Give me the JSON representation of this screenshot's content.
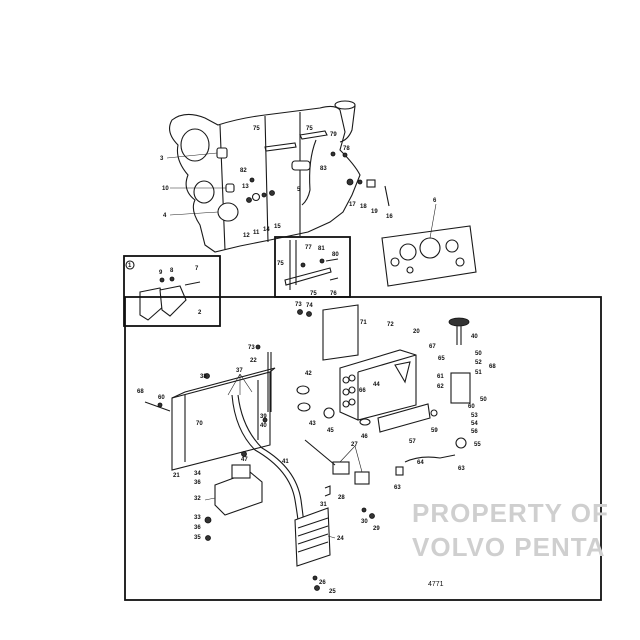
{
  "watermark": {
    "line1": "PROPERTY OF",
    "line2": "VOLVO PENTA"
  },
  "figure_number": "4771",
  "engine_callouts": [
    "3",
    "75",
    "75",
    "79",
    "78",
    "82",
    "83",
    "10",
    "13",
    "5",
    "17",
    "18",
    "19",
    "16",
    "4",
    "12",
    "11",
    "14",
    "15",
    "6"
  ],
  "inset1": {
    "marker": "1",
    "callouts": [
      "9",
      "8",
      "7",
      "2"
    ]
  },
  "inset2": {
    "callouts": [
      "77",
      "81",
      "80",
      "75",
      "75",
      "76"
    ]
  },
  "main_callouts": [
    "73",
    "74",
    "71",
    "72",
    "20",
    "73",
    "22",
    "67",
    "65",
    "40",
    "50",
    "52",
    "68",
    "51",
    "37",
    "38",
    "42",
    "44",
    "66",
    "61",
    "62",
    "68",
    "60",
    "39",
    "40",
    "70",
    "43",
    "45",
    "46",
    "57",
    "59",
    "50",
    "60",
    "53",
    "54",
    "56",
    "55",
    "63",
    "64",
    "63",
    "21",
    "47",
    "41",
    "27",
    "34",
    "36",
    "32",
    "33",
    "36",
    "35",
    "31",
    "28",
    "30",
    "29",
    "24",
    "26",
    "25"
  ]
}
